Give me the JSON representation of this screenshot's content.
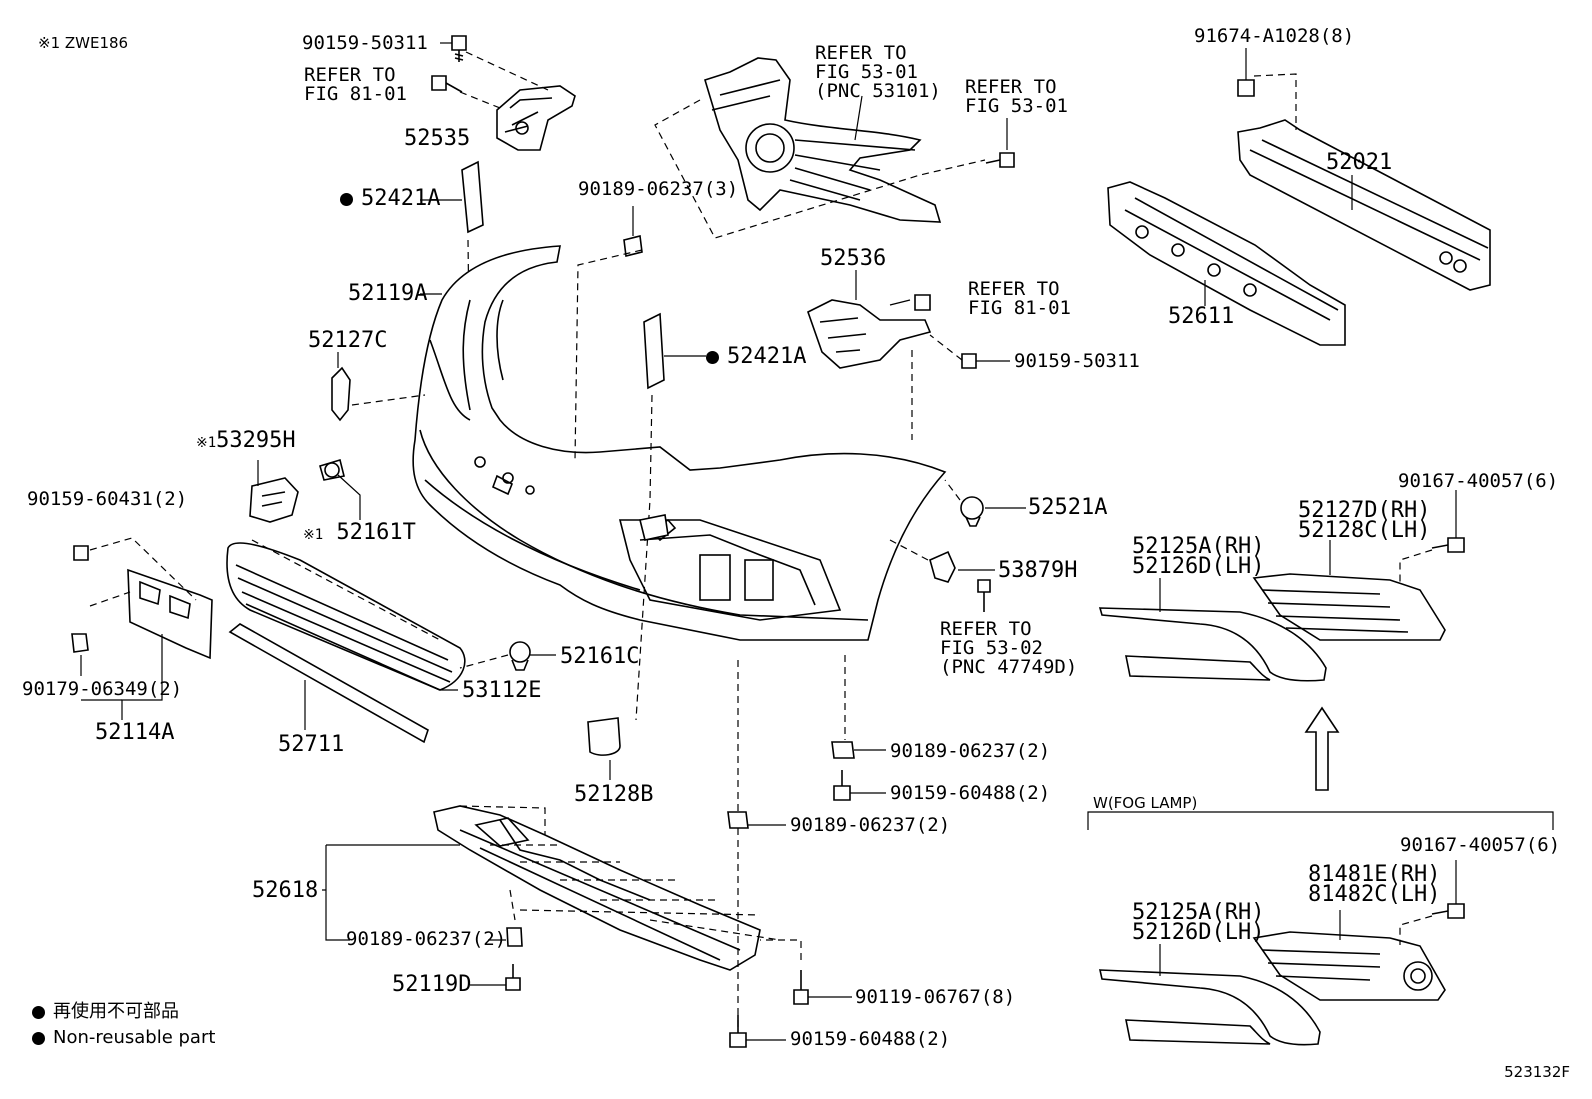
{
  "header_note": "※1 ZWE186",
  "diagram_code": "523132F",
  "legend": {
    "items": [
      {
        "text": "再使用不可部品"
      },
      {
        "text": "Non-reusable part"
      }
    ]
  },
  "fog_lamp_section_label": "W(FOG LAMP)",
  "labels": {
    "p90159_50311_top": "90159-50311",
    "refer_81_01_left": "REFER TO\nFIG 81-01",
    "p52535": "52535",
    "p52421A_left": "52421A",
    "p52119A": "52119A",
    "p52127C": "52127C",
    "p53295H": "53295H",
    "p52161T": "52161T",
    "note_mark": "※1",
    "p90159_60431": "90159-60431(2)",
    "p90179_06349": "90179-06349(2)",
    "p52114A": "52114A",
    "p52711": "52711",
    "p53112E": "53112E",
    "p52161C": "52161C",
    "p52128B": "52128B",
    "p52618": "52618",
    "p90189_06237_bl": "90189-06237(2)",
    "p52119D": "52119D",
    "refer_53_01_pnc": "REFER TO\nFIG 53-01\n(PNC 53101)",
    "refer_53_01": "REFER TO\nFIG 53-01",
    "p90189_06237_3": "90189-06237(3)",
    "p52536": "52536",
    "refer_81_01_right": "REFER TO\nFIG 81-01",
    "p90159_50311_right": "90159-50311",
    "p52421A_right": "52421A",
    "p52521A": "52521A",
    "p53879H": "53879H",
    "refer_53_02": "REFER TO\nFIG 53-02\n(PNC 47749D)",
    "p90189_06237_m1": "90189-06237(2)",
    "p90159_60488_m1": "90159-60488(2)",
    "p90189_06237_m2": "90189-06237(2)",
    "p90119_06767": "90119-06767(8)",
    "p90159_60488_m2": "90159-60488(2)",
    "p91674_A1028": "91674-A1028(8)",
    "p52021": "52021",
    "p52611": "52611",
    "p90167_40057_a": "90167-40057(6)",
    "p52127D": "52127D(RH)",
    "p52128C": "52128C(LH)",
    "p52125A_a": "52125A(RH)",
    "p52126D_a": "52126D(LH)",
    "p90167_40057_b": "90167-40057(6)",
    "p81481E": "81481E(RH)",
    "p81482C": "81482C(LH)",
    "p52125A_b": "52125A(RH)",
    "p52126D_b": "52126D(LH)"
  }
}
